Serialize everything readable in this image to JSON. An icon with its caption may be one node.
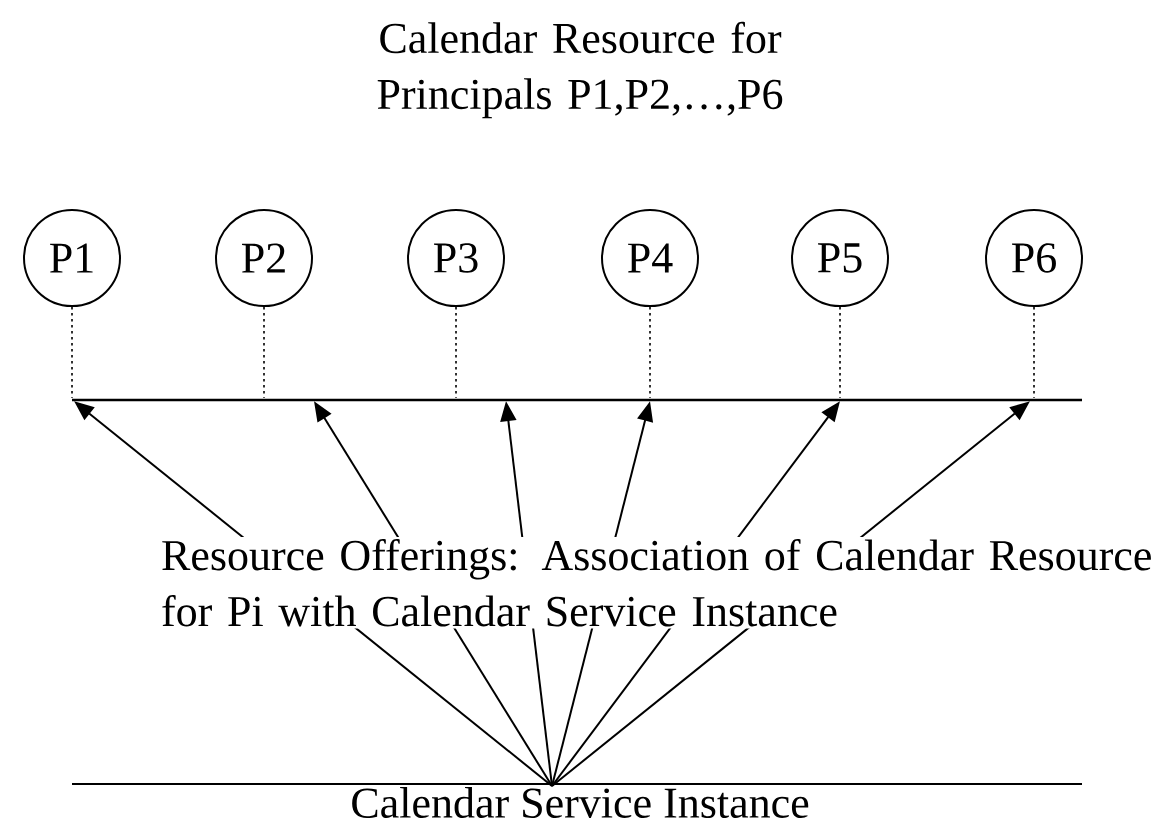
{
  "diagram": {
    "title": "Calendar Resource for Principals P1,P2,…,P6",
    "nodes": [
      {
        "text": [
          "P1"
        ]
      },
      {
        "text": [
          "P2"
        ]
      },
      {
        "text": [
          "P3"
        ]
      },
      {
        "text": [
          "P4"
        ]
      },
      {
        "text": [
          "P5"
        ]
      },
      {
        "text": [
          "P6"
        ]
      },
      {
        "text": [],
        "shape": "bar"
      },
      {
        "text": [
          "Calendar Service Instance"
        ]
      }
    ],
    "edges": [
      {
        "from": 0,
        "to": 6,
        "arrow": "none",
        "style": "dashed"
      },
      {
        "from": 1,
        "to": 6,
        "arrow": "none",
        "style": "dashed"
      },
      {
        "from": 2,
        "to": 6,
        "arrow": "none",
        "style": "dashed"
      },
      {
        "from": 3,
        "to": 6,
        "arrow": "none",
        "style": "dashed"
      },
      {
        "from": 4,
        "to": 6,
        "arrow": "none",
        "style": "dashed"
      },
      {
        "from": 5,
        "to": 6,
        "arrow": "none",
        "style": "dashed"
      },
      {
        "from": 7,
        "to": 6,
        "arrow": "to"
      },
      {
        "from": 7,
        "to": 6,
        "arrow": "to"
      },
      {
        "from": 7,
        "to": 6,
        "arrow": "to"
      },
      {
        "from": 7,
        "to": 6,
        "arrow": "to"
      },
      {
        "from": 7,
        "to": 6,
        "arrow": "to"
      },
      {
        "from": 7,
        "to": 6,
        "arrow": "to"
      }
    ],
    "labels": [
      "Resource Offerings: Association of Calendar Resource for Pi with Calendar Service Instance"
    ]
  }
}
